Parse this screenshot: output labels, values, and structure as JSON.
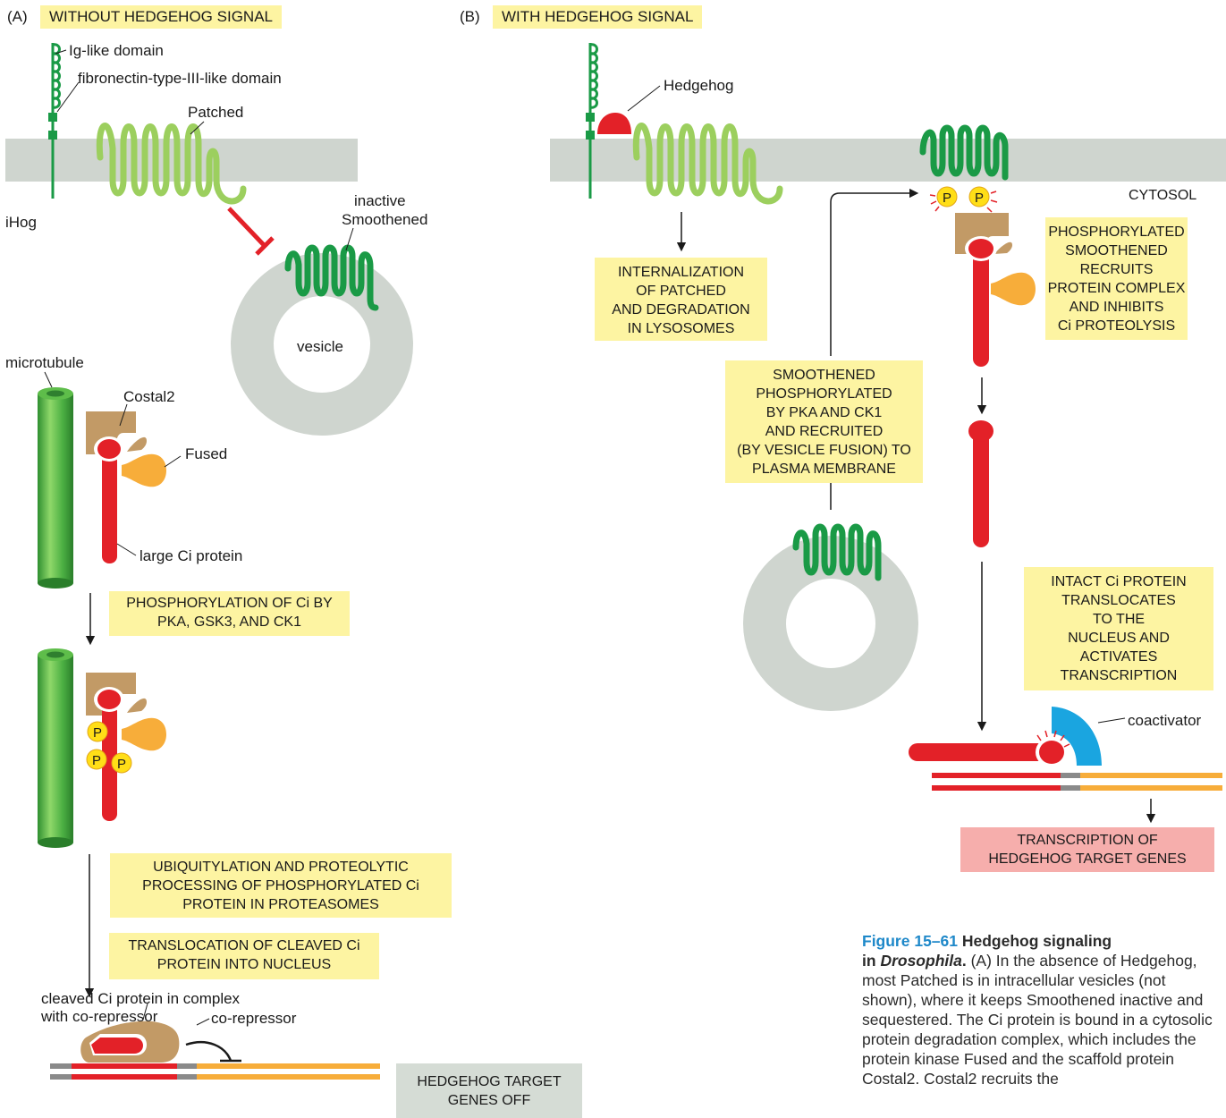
{
  "panel_a": {
    "tag": "(A)",
    "title": "WITHOUT HEDGEHOG SIGNAL",
    "labels": {
      "ig_domain": "Ig-like domain",
      "fn_domain": "fibronectin-type-III-like domain",
      "patched": "Patched",
      "ihog": "iHog",
      "inactive": "inactive",
      "smoothened": "Smoothened",
      "vesicle": "vesicle",
      "microtubule": "microtubule",
      "costal2": "Costal2",
      "fused": "Fused",
      "large_ci": "large Ci protein",
      "cleaved_ci_1": "cleaved Ci protein in complex",
      "cleaved_ci_2": "with co-repressor",
      "corepressor": "co-repressor"
    },
    "boxes": {
      "phosphorylation": [
        "PHOSPHORYLATION OF Ci BY",
        "PKA, GSK3, AND CK1"
      ],
      "ubiquitylation": [
        "UBIQUITYLATION AND PROTEOLYTIC",
        "PROCESSING OF PHOSPHORYLATED Ci",
        "PROTEIN IN PROTEASOMES"
      ],
      "translocation": [
        "TRANSLOCATION OF CLEAVED Ci",
        "PROTEIN INTO NUCLEUS"
      ],
      "genes_off": [
        "HEDGEHOG TARGET",
        "GENES OFF"
      ]
    },
    "p_label": "P"
  },
  "panel_b": {
    "tag": "(B)",
    "title": "WITH HEDGEHOG SIGNAL",
    "labels": {
      "hedgehog": "Hedgehog",
      "cytosol": "CYTOSOL",
      "coactivator": "coactivator"
    },
    "boxes": {
      "internalization": [
        "INTERNALIZATION",
        "OF PATCHED",
        "AND DEGRADATION",
        "IN LYSOSOMES"
      ],
      "smoothened_phos": [
        "SMOOTHENED",
        "PHOSPHORYLATED",
        "BY PKA AND CK1",
        "AND RECRUITED",
        "(BY VESICLE FUSION) TO",
        "PLASMA MEMBRANE"
      ],
      "recruits": [
        "PHOSPHORYLATED",
        "SMOOTHENED",
        "RECRUITS",
        "PROTEIN COMPLEX",
        "AND INHIBITS",
        "Ci PROTEOLYSIS"
      ],
      "intact": [
        "INTACT Ci PROTEIN",
        "TRANSLOCATES",
        "TO THE",
        "NUCLEUS AND",
        "ACTIVATES",
        "TRANSCRIPTION"
      ],
      "transcription": [
        "TRANSCRIPTION OF",
        "HEDGEHOG TARGET GENES"
      ]
    },
    "p_label": "P"
  },
  "caption": {
    "figure": "Figure 15–61",
    "title_a": "Hedgehog signaling",
    "title_b": "in",
    "title_italic": "Drosophila",
    "title_end": ".",
    "body": "(A) In the absence of Hedgehog, most Patched is in intracellular vesicles (not shown), where it keeps Smoothened inactive and sequestered. The Ci protein is bound in a cytosolic protein degradation complex, which includes the protein kinase Fused and the scaffold protein Costal2. Costal2 recruits the"
  },
  "colors": {
    "membrane": "#cfd5cf",
    "patched": "#9ccf5e",
    "smoothened": "#1a9a46",
    "ihog": "#1a9a46",
    "ci": "#e32128",
    "costal2": "#c29a66",
    "fused": "#f7ad3a",
    "phospho": "#ffde17",
    "coactivator": "#1aa5e0",
    "dna": "#f7ad3a",
    "box_yellow": "#fdf4a2",
    "box_gray": "#d5dcd5",
    "box_pink": "#f6aeac",
    "caption_blue": "#1e88c9"
  }
}
